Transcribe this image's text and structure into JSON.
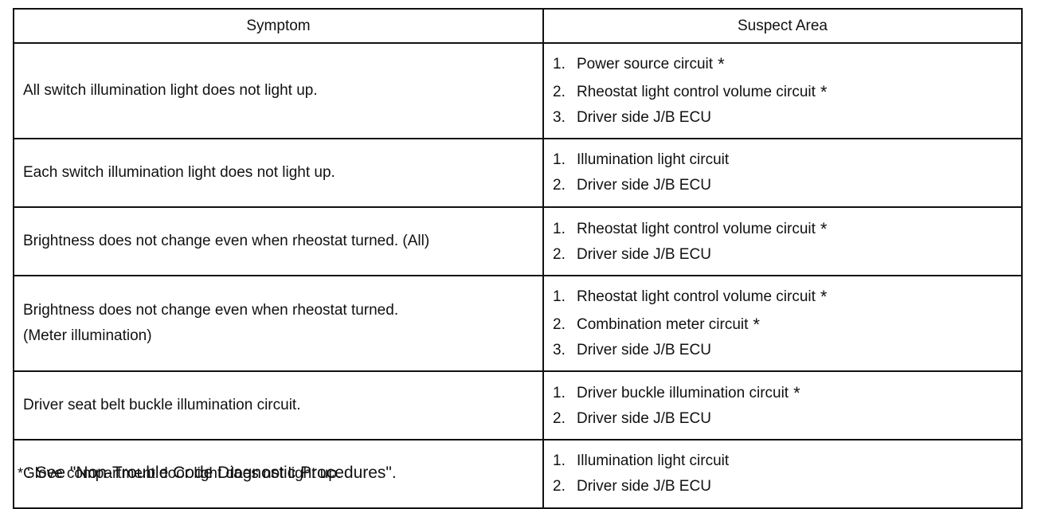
{
  "table": {
    "headers": [
      "Symptom",
      "Suspect Area"
    ],
    "rows": [
      {
        "symptom": [
          "All switch illumination light does not light up."
        ],
        "suspects": [
          {
            "num": "1.",
            "text": "Power source circuit",
            "star": "*"
          },
          {
            "num": "2.",
            "text": "Rheostat light control volume circuit",
            "star": "*"
          },
          {
            "num": "3.",
            "text": "Driver side J/B ECU",
            "star": ""
          }
        ]
      },
      {
        "symptom": [
          "Each switch illumination light does not light up."
        ],
        "suspects": [
          {
            "num": "1.",
            "text": "Illumination light circuit",
            "star": ""
          },
          {
            "num": "2.",
            "text": "Driver side J/B ECU",
            "star": ""
          }
        ]
      },
      {
        "symptom": [
          "Brightness does not change even when rheostat turned. (All)"
        ],
        "suspects": [
          {
            "num": "1.",
            "text": "Rheostat light control volume circuit",
            "star": "*"
          },
          {
            "num": "2.",
            "text": "Driver side J/B ECU",
            "star": ""
          }
        ]
      },
      {
        "symptom": [
          "Brightness does not change even when rheostat turned.",
          "(Meter illumination)"
        ],
        "suspects": [
          {
            "num": "1.",
            "text": "Rheostat light control volume circuit",
            "star": "*"
          },
          {
            "num": "2.",
            "text": "Combination meter circuit",
            "star": "*"
          },
          {
            "num": "3.",
            "text": "Driver side J/B ECU",
            "star": ""
          }
        ]
      },
      {
        "symptom": [
          "Driver seat belt buckle illumination circuit."
        ],
        "suspects": [
          {
            "num": "1.",
            "text": "Driver buckle illumination circuit",
            "star": "*"
          },
          {
            "num": "2.",
            "text": "Driver side J/B ECU",
            "star": ""
          }
        ]
      },
      {
        "symptom": [
          "Glove compartment door light does not light up."
        ],
        "suspects": [
          {
            "num": "1.",
            "text": "Illumination light circuit",
            "star": ""
          },
          {
            "num": "2.",
            "text": "Driver side J/B ECU",
            "star": ""
          }
        ]
      }
    ]
  },
  "footnote": {
    "star": "*",
    "text": ": See \"Non-Trouble Code Diagnostic Procedures\"."
  }
}
